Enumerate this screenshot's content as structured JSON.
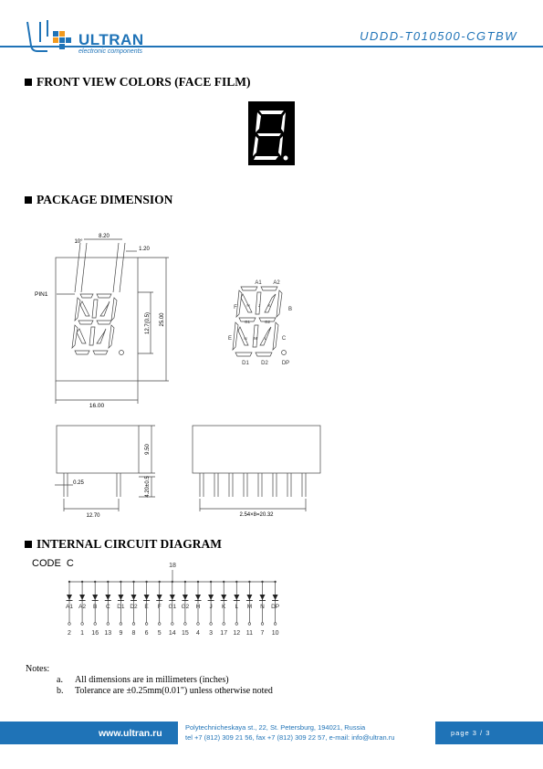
{
  "header": {
    "logo_name": "ULTRAN",
    "logo_tagline": "electronic components",
    "part_number": "UDDD-T010500-CGTBW"
  },
  "sections": {
    "front_view": "FRONT VIEW COLORS (FACE FILM)",
    "package": "PACKAGE DIMENSION",
    "circuit": "INTERNAL CIRCUIT DIAGRAM"
  },
  "package": {
    "dim_pitch_top": "8.20",
    "dim_angle": "10°",
    "dim_seg": "1.20",
    "pin1": "PIN1",
    "dim_height_inner": "12.7(0.5)",
    "dim_height": "25.00",
    "dim_width": "16.00",
    "side_height": "9.50",
    "side_lead": "0.25",
    "side_lead_len": "4.20±0.5",
    "side_pin_span": "12.70",
    "back_pitch": "2.54×8=20.32",
    "seg_labels": {
      "a1": "A1",
      "a2": "A2",
      "f": "F",
      "b": "B",
      "e": "E",
      "c": "C",
      "d1": "D1",
      "d2": "D2",
      "dp": "DP",
      "h": "H",
      "j": "J",
      "k": "K",
      "g1": "G1",
      "g2": "G2",
      "n": "N",
      "m": "M",
      "l": "L"
    }
  },
  "circuit": {
    "code": "CODE  C",
    "common_pin": "18",
    "segments": [
      "A1",
      "A2",
      "B",
      "C",
      "D1",
      "D2",
      "E",
      "F",
      "G1",
      "G2",
      "H",
      "J",
      "K",
      "L",
      "M",
      "N",
      "DP"
    ],
    "pins": [
      "2",
      "1",
      "16",
      "13",
      "9",
      "8",
      "6",
      "5",
      "14",
      "15",
      "4",
      "3",
      "17",
      "12",
      "11",
      "7",
      "10"
    ]
  },
  "notes": {
    "title": "Notes:",
    "items": [
      {
        "label": "a.",
        "text": "All dimensions are in millimeters (inches)"
      },
      {
        "label": "b.",
        "text": "Tolerance are ±0.25mm(0.01\") unless otherwise noted"
      }
    ]
  },
  "footer": {
    "url": "www.ultran.ru",
    "address_line1": "Polytechnicheskaya st., 22, St. Petersburg, 194021, Russia",
    "address_line2": "tel +7 (812) 309 21 56, fax +7 (812) 309 22 57, e-mail: info@ultran.ru",
    "page": "page 3 / 3"
  },
  "colors": {
    "accent": "#1f73b7",
    "display_bg": "#000000",
    "segment": "#ffffff"
  }
}
